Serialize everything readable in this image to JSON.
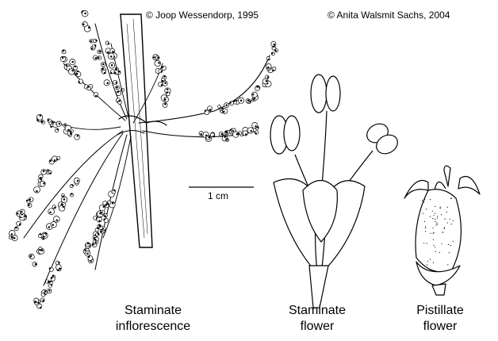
{
  "credits": {
    "left": "© Joop Wessendorp, 1995",
    "right": "© Anita Walsmit Sachs, 2004"
  },
  "scale_bar": {
    "label": "1 cm"
  },
  "labels": {
    "staminate_inflorescence": [
      "Staminate",
      "inflorescence"
    ],
    "staminate_flower": [
      "Staminate",
      "flower"
    ],
    "pistillate_flower": [
      "Pistillate",
      "flower"
    ]
  },
  "colors": {
    "ink": "#000000",
    "paper": "#ffffff"
  }
}
